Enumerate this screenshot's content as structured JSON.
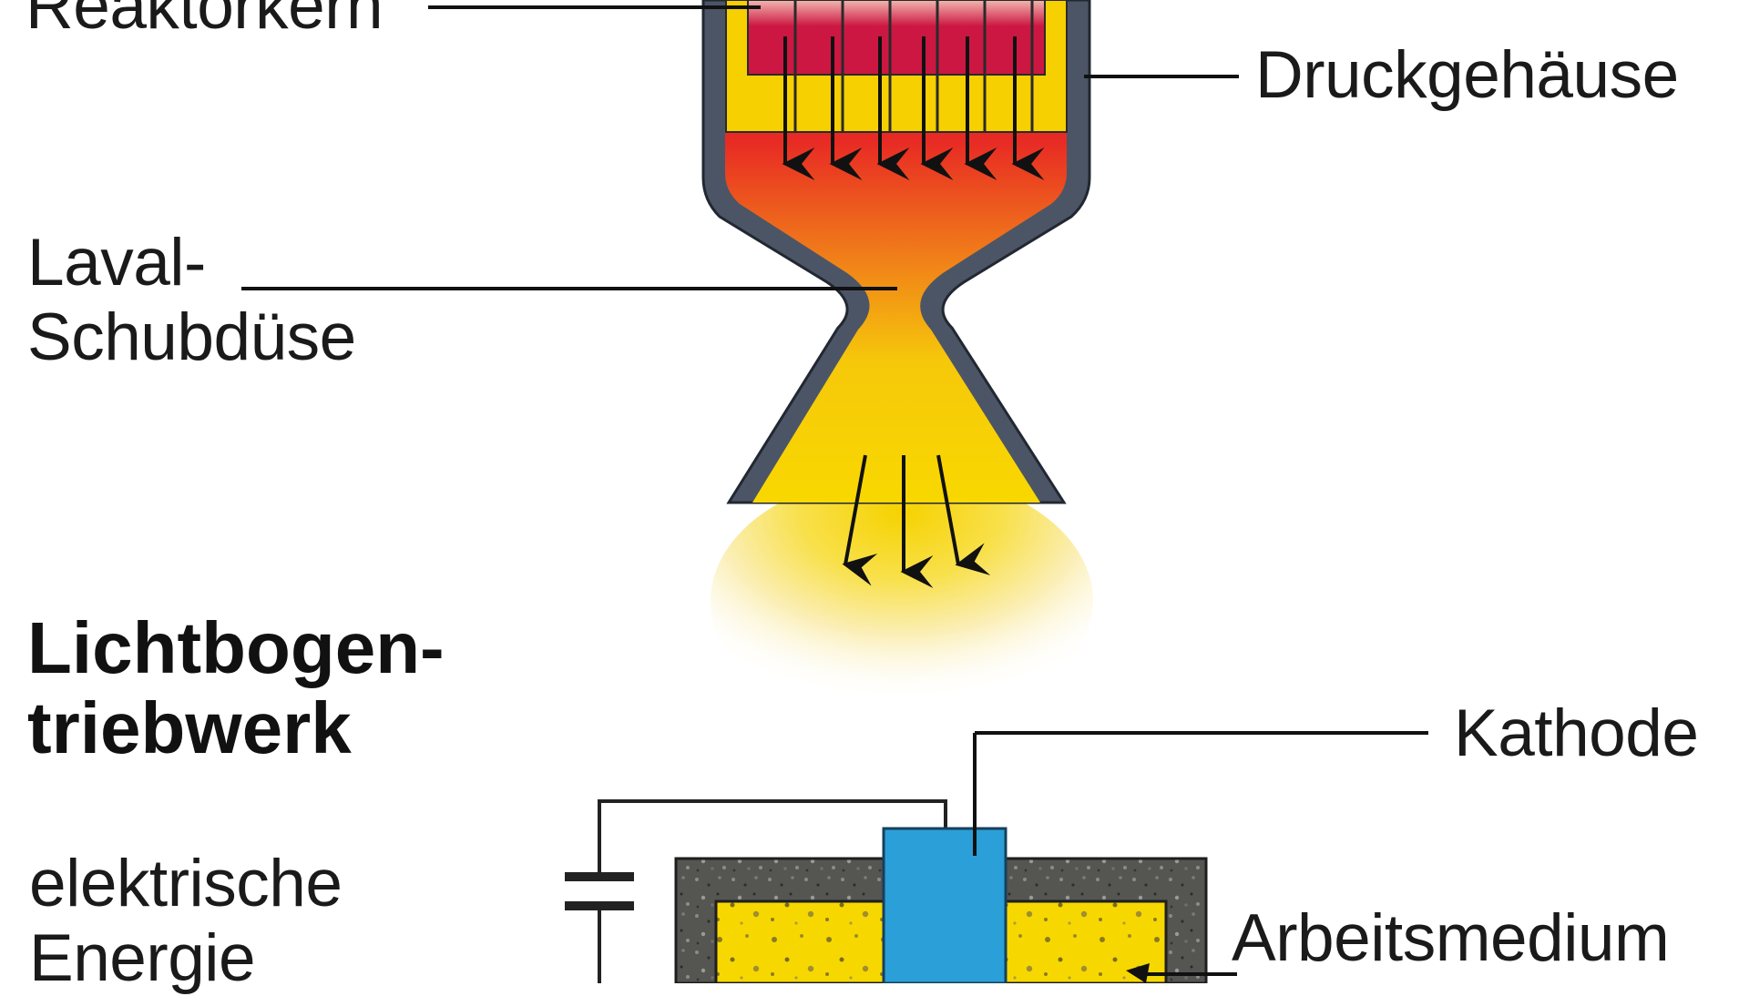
{
  "labels": {
    "reaktorkern": "Reaktorkern",
    "druckgehaeuse": "Druckgehäuse",
    "laval_line1": "Laval-",
    "laval_line2": "Schubdüse",
    "kathode": "Kathode",
    "elektrische_line1": "elektrische",
    "elektrische_line2": "Energie",
    "arbeitsmedium": "Arbeitsmedium"
  },
  "sections": {
    "lichtbogen_line1": "Lichtbogen-",
    "lichtbogen_line2": "triebwerk"
  },
  "colors": {
    "red": "#e8202c",
    "fuel_red": "#cc1742",
    "yellow": "#f6d000",
    "orange": "#f07a1a",
    "wall": "#4c5566",
    "cathode": "#2a9fd8",
    "insulator": "#4a4a48",
    "text": "#1a1a1a"
  }
}
